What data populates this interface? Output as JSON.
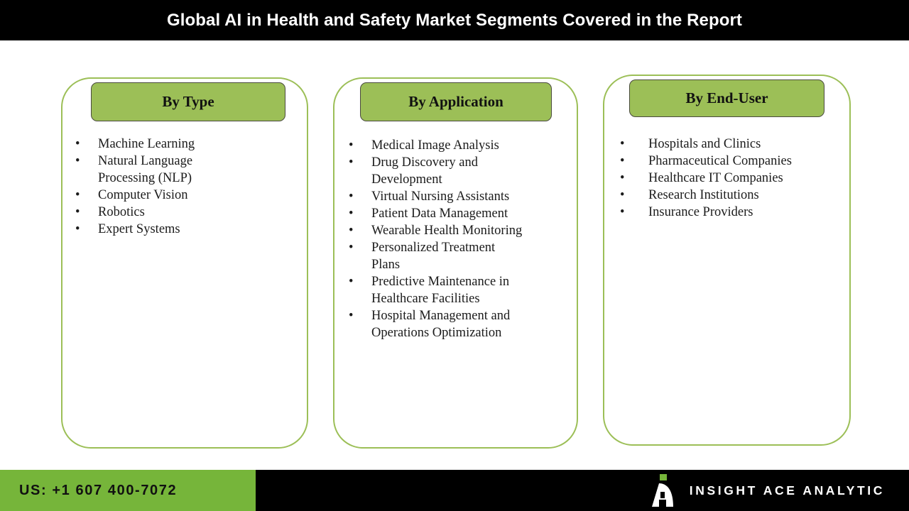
{
  "header": {
    "title": "Global AI in Health and Safety Market Segments Covered in the Report",
    "background_color": "#000000",
    "text_color": "#ffffff"
  },
  "theme": {
    "accent_green": "#9cbf57",
    "footer_green": "#76b53a",
    "card_border": "#9cbf57",
    "text_color": "#1b1b1b",
    "page_background": "#ffffff"
  },
  "segments": [
    {
      "id": "by-type",
      "header_label": "By Type",
      "items": [
        "Machine Learning",
        "Natural Language Processing (NLP)",
        "Computer Vision",
        "Robotics",
        "Expert Systems"
      ]
    },
    {
      "id": "by-application",
      "header_label": "By Application",
      "items": [
        "Medical Image Analysis",
        "Drug Discovery and Development",
        "Virtual Nursing Assistants",
        "Patient Data Management",
        "Wearable Health Monitoring",
        "Personalized Treatment Plans",
        "Predictive Maintenance in Healthcare Facilities",
        "Hospital Management and Operations Optimization"
      ]
    },
    {
      "id": "by-end-user",
      "header_label": "By End-User",
      "items": [
        "Hospitals and Clinics",
        "Pharmaceutical Companies",
        "Healthcare IT Companies",
        "Research Institutions",
        "Insurance Providers"
      ]
    }
  ],
  "bullet_glyph": "•",
  "footer": {
    "phone": "US: +1 607 400-7072",
    "brand_name": "INSIGHT ACE ANALYTIC",
    "logo_icon": "insight-ace-a-mark-icon",
    "background_color": "#000000",
    "phone_block_color": "#76b53a"
  }
}
